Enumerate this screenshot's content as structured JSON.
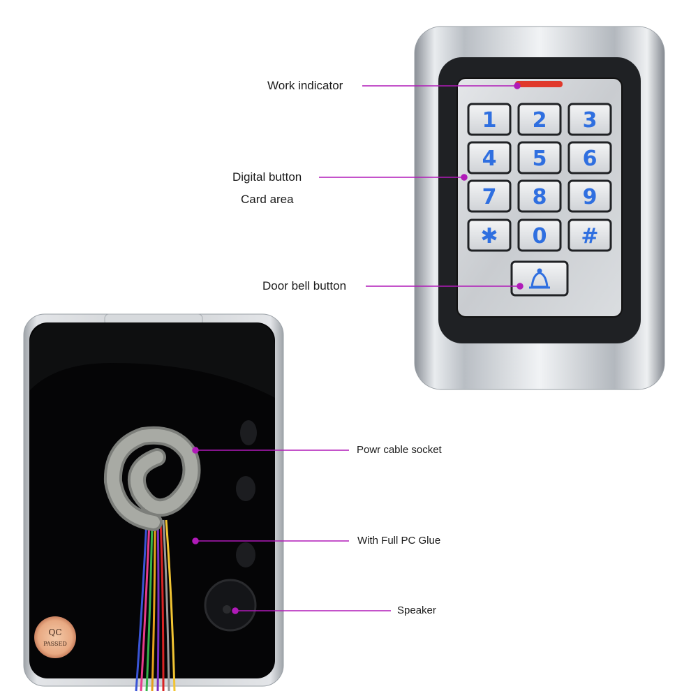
{
  "front_labels": {
    "work_indicator": "Work indicator",
    "digital_button": "Digital button",
    "card_area": "Card area",
    "door_bell_button": "Door bell button"
  },
  "back_labels": {
    "power_cable_socket": "Powr cable socket",
    "full_pc_glue": "With Full PC Glue",
    "speaker": "Speaker"
  },
  "keypad": {
    "keys": [
      "1",
      "2",
      "3",
      "4",
      "5",
      "6",
      "7",
      "8",
      "9",
      "✱",
      "0",
      "#"
    ],
    "bell_icon": "bell-icon"
  },
  "qc_sticker": {
    "top": "QC",
    "bottom": "PASSED"
  },
  "colors": {
    "callout": "#b01ab8",
    "key_text": "#2f6fe0",
    "indicator": "#e0392b"
  }
}
